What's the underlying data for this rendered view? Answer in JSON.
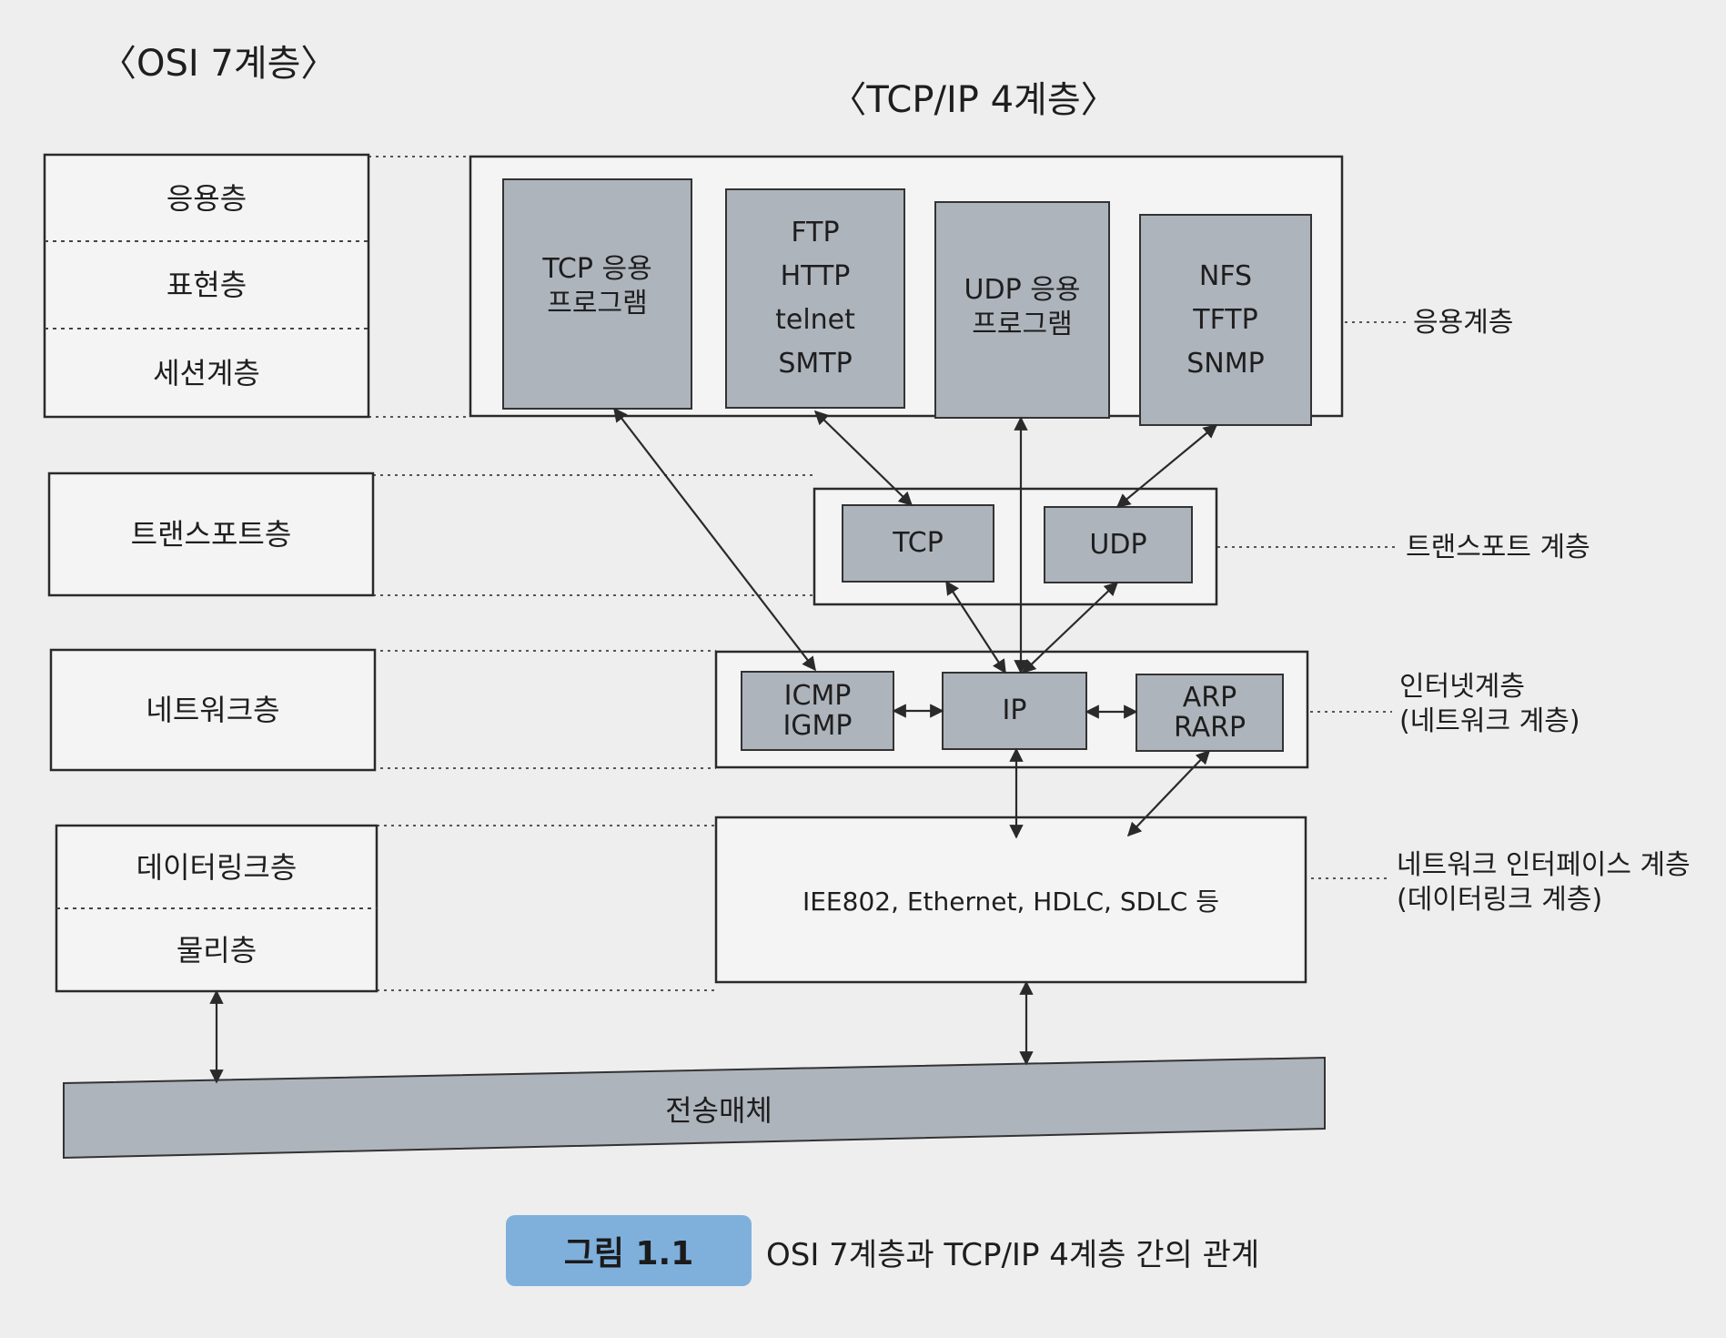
{
  "headings": {
    "osi": "〈OSI 7계층〉",
    "tcpip": "〈TCP/IP 4계층〉"
  },
  "osi_layers": {
    "application": "응용층",
    "presentation": "표현층",
    "session": "세션계층",
    "transport": "트랜스포트층",
    "network": "네트워크층",
    "datalink": "데이터링크층",
    "physical": "물리층"
  },
  "application_layer": {
    "tcp_app": [
      "TCP 응용",
      "프로그램"
    ],
    "tcp_protocols": [
      "FTP",
      "HTTP",
      "telnet",
      "SMTP"
    ],
    "udp_app": [
      "UDP 응용",
      "프로그램"
    ],
    "udp_protocols": [
      "NFS",
      "TFTP",
      "SNMP"
    ]
  },
  "transport_layer": {
    "tcp": "TCP",
    "udp": "UDP"
  },
  "internet_layer": {
    "icmp_igmp": [
      "ICMP",
      "IGMP"
    ],
    "ip": "IP",
    "arp_rarp": [
      "ARP",
      "RARP"
    ]
  },
  "network_interface": {
    "protocols": "IEE802, Ethernet, HDLC, SDLC 등"
  },
  "medium": "전송매체",
  "side_labels": {
    "application": "응용계층",
    "transport": "트랜스포트 계층",
    "internet": [
      "인터넷계층",
      "(네트워크 계층)"
    ],
    "interface": [
      "네트워크 인터페이스 계층",
      "(데이터링크 계층)"
    ]
  },
  "figure": {
    "number": "그림 1.1",
    "caption": "OSI 7계층과 TCP/IP 4계층 간의 관계"
  },
  "colors": {
    "box_fill": "#aeb4bc",
    "panel_fill": "#f3f3f3",
    "badge": "#7fb0dc",
    "line": "#2a2a2a"
  }
}
